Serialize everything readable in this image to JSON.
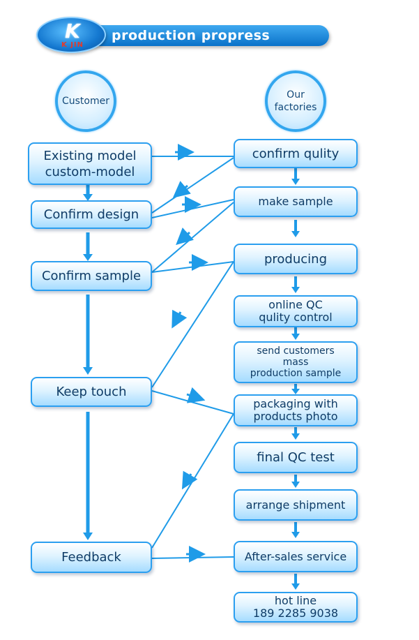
{
  "header": {
    "title": "production propress",
    "logo_text": "K JIN",
    "logo_letter": "K"
  },
  "customer": {
    "label": "Customer",
    "steps": [
      "Existing model\ncustom-model",
      "Confirm design",
      "Confirm sample",
      "Keep touch",
      "Feedback"
    ]
  },
  "factory": {
    "label": "Our\nfactories",
    "steps": [
      "confirm qulity",
      "make sample",
      "producing",
      "online QC\nqulity  control",
      "send customers\nmass\nproduction sample",
      "packaging with\nproducts photo",
      "final QC test",
      "arrange shipment",
      "After-sales service",
      "hot line\n189 2285 9038"
    ]
  },
  "colors": {
    "arrow": "#1f9be8",
    "line": "#1f9be8",
    "box_border": "#2b9ff0"
  }
}
